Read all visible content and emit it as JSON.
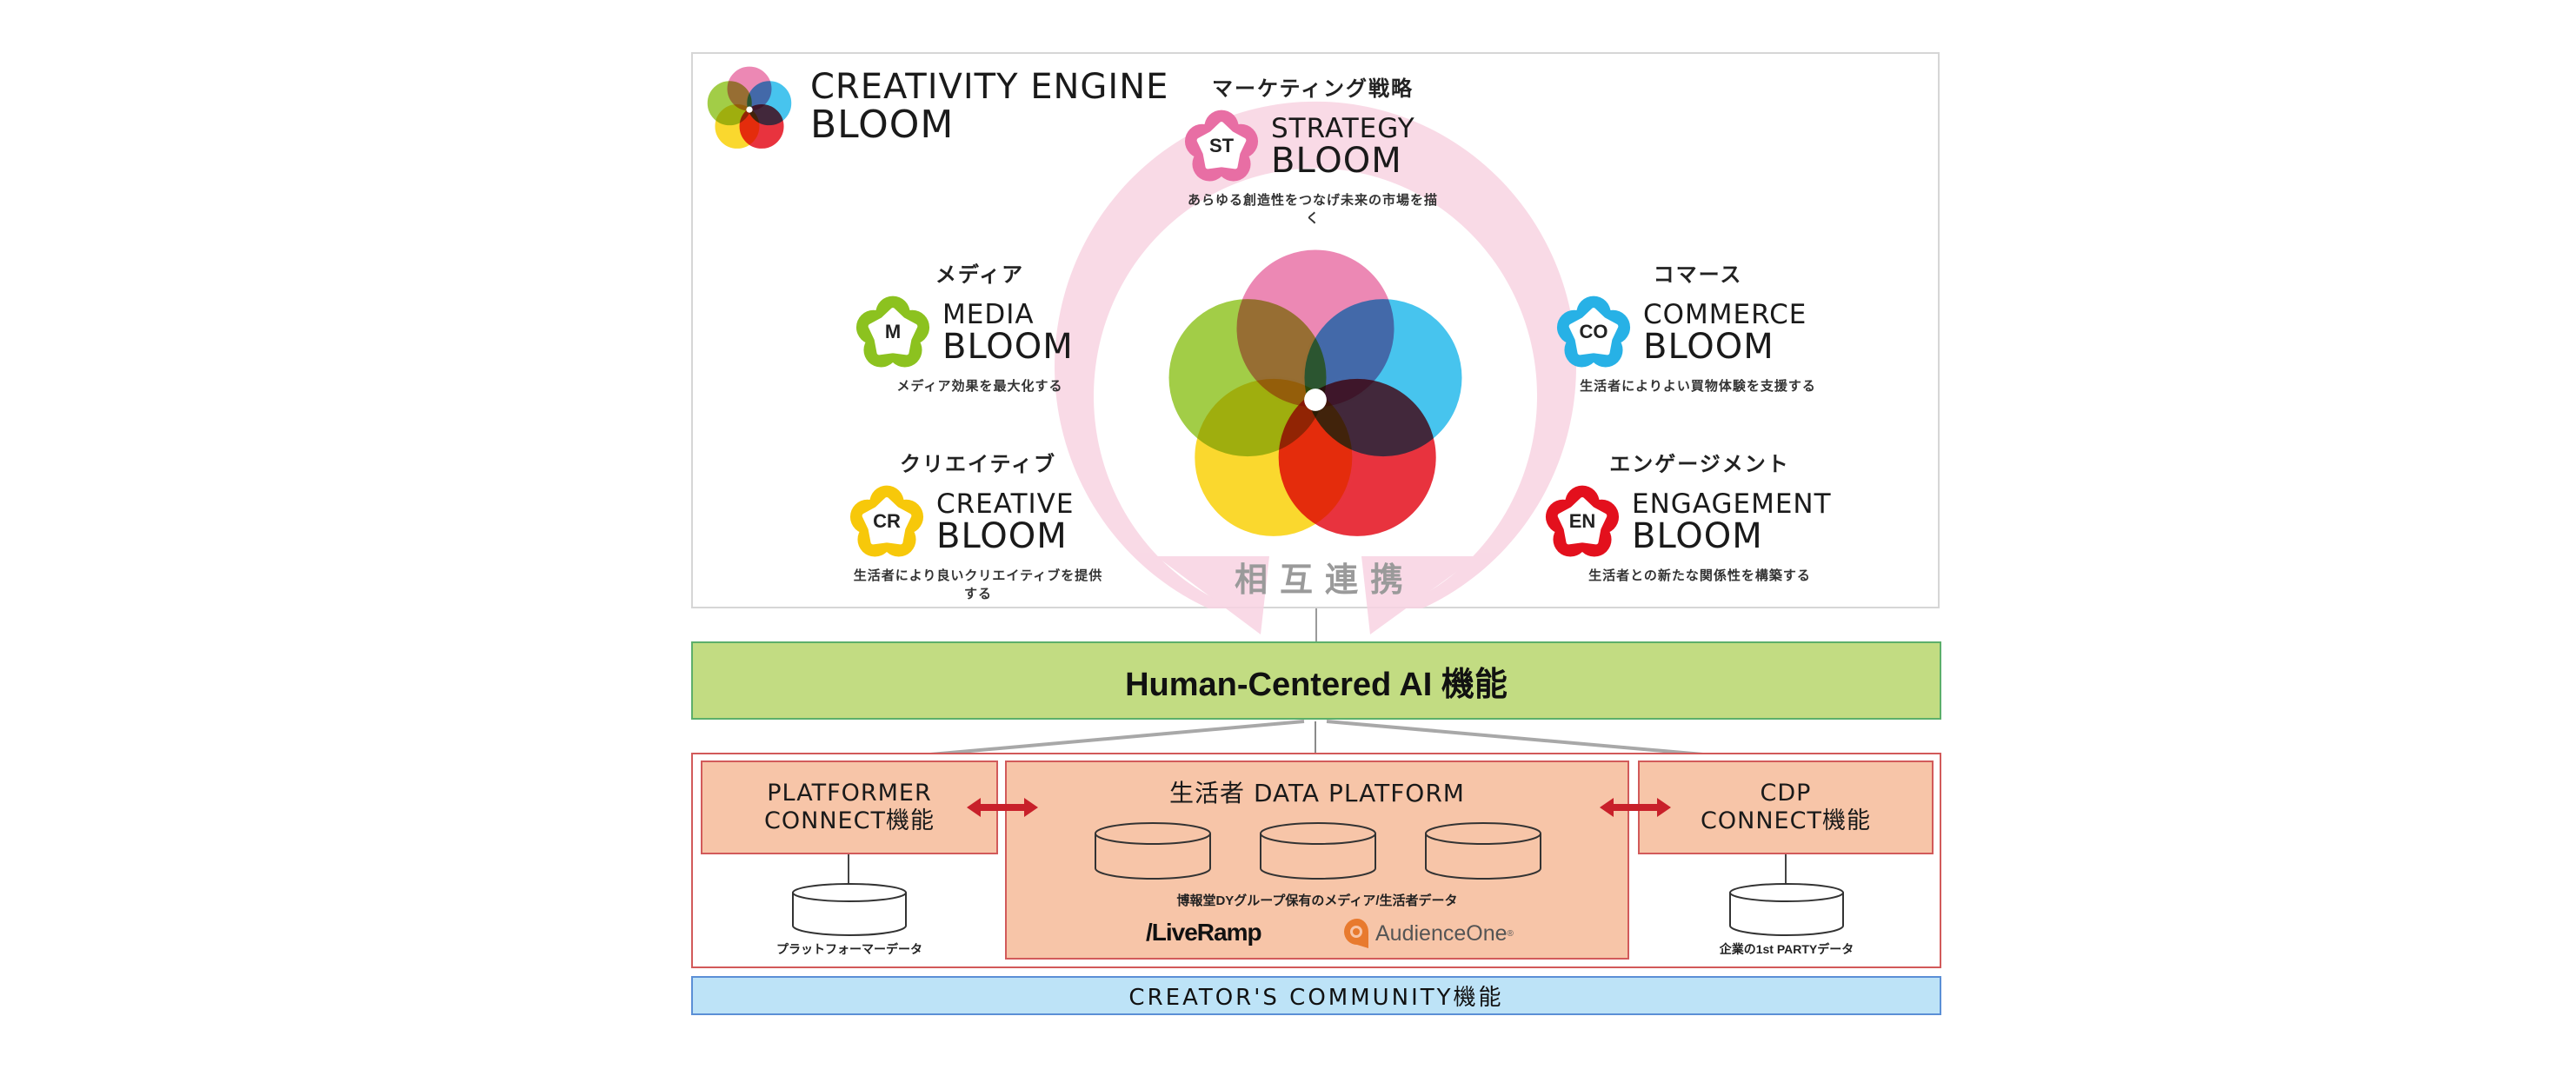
{
  "header": {
    "logo_line1": "CREATIVITY ENGINE",
    "logo_line2": "BLOOM"
  },
  "blooms": {
    "strategy": {
      "category": "マーケティング戦略",
      "code": "ST",
      "name": "STRATEGY",
      "suffix": "BLOOM",
      "description": "あらゆる創造性をつなげ未来の市場を描く",
      "color": "#e86ea4"
    },
    "media": {
      "category": "メディア",
      "code": "M",
      "name": "MEDIA",
      "suffix": "BLOOM",
      "description": "メディア効果を最大化する",
      "color": "#8cc21f"
    },
    "creative": {
      "category": "クリエイティブ",
      "code": "CR",
      "name": "CREATIVE",
      "suffix": "BLOOM",
      "description": "生活者により良いクリエイティブを提供する",
      "color": "#f7c80a"
    },
    "commerce": {
      "category": "コマース",
      "code": "CO",
      "name": "COMMERCE",
      "suffix": "BLOOM",
      "description": "生活者によりよい買物体験を支援する",
      "color": "#27b1e6"
    },
    "engagement": {
      "category": "エンゲージメント",
      "code": "EN",
      "name": "ENGAGEMENT",
      "suffix": "BLOOM",
      "description": "生活者との新たな関係性を構築する",
      "color": "#e3101d"
    }
  },
  "center": {
    "label": "相互連携",
    "petal_colors": [
      "#e86ea4",
      "#1fb7ea",
      "#e30613",
      "#f9d000",
      "#8dc21f"
    ]
  },
  "ai_bar": {
    "label": "Human-Centered AI 機能"
  },
  "data_layer": {
    "platformer": {
      "title_line1": "PLATFORMER",
      "title_line2": "CONNECT機能",
      "db_label": "プラットフォーマーデータ"
    },
    "data_platform": {
      "title": "生活者 DATA PLATFORM",
      "db_label": "博報堂DYグループ保有のメディア/生活者データ",
      "partner1": "/LiveRamp",
      "partner2": "AudienceOne",
      "partner2_mark": "®"
    },
    "cdp": {
      "title_line1": "CDP",
      "title_line2": "CONNECT機能",
      "db_label": "企業の1st PARTYデータ"
    }
  },
  "community_bar": {
    "label": "CREATOR'S COMMUNITY機能"
  },
  "colors": {
    "arc": "#f8d3e2",
    "ai_bar": "#c2dc82",
    "data_box": "#f7c5a8",
    "data_border": "#d25a5a",
    "community": "#bde3f7",
    "arrow": "#c8202a"
  }
}
